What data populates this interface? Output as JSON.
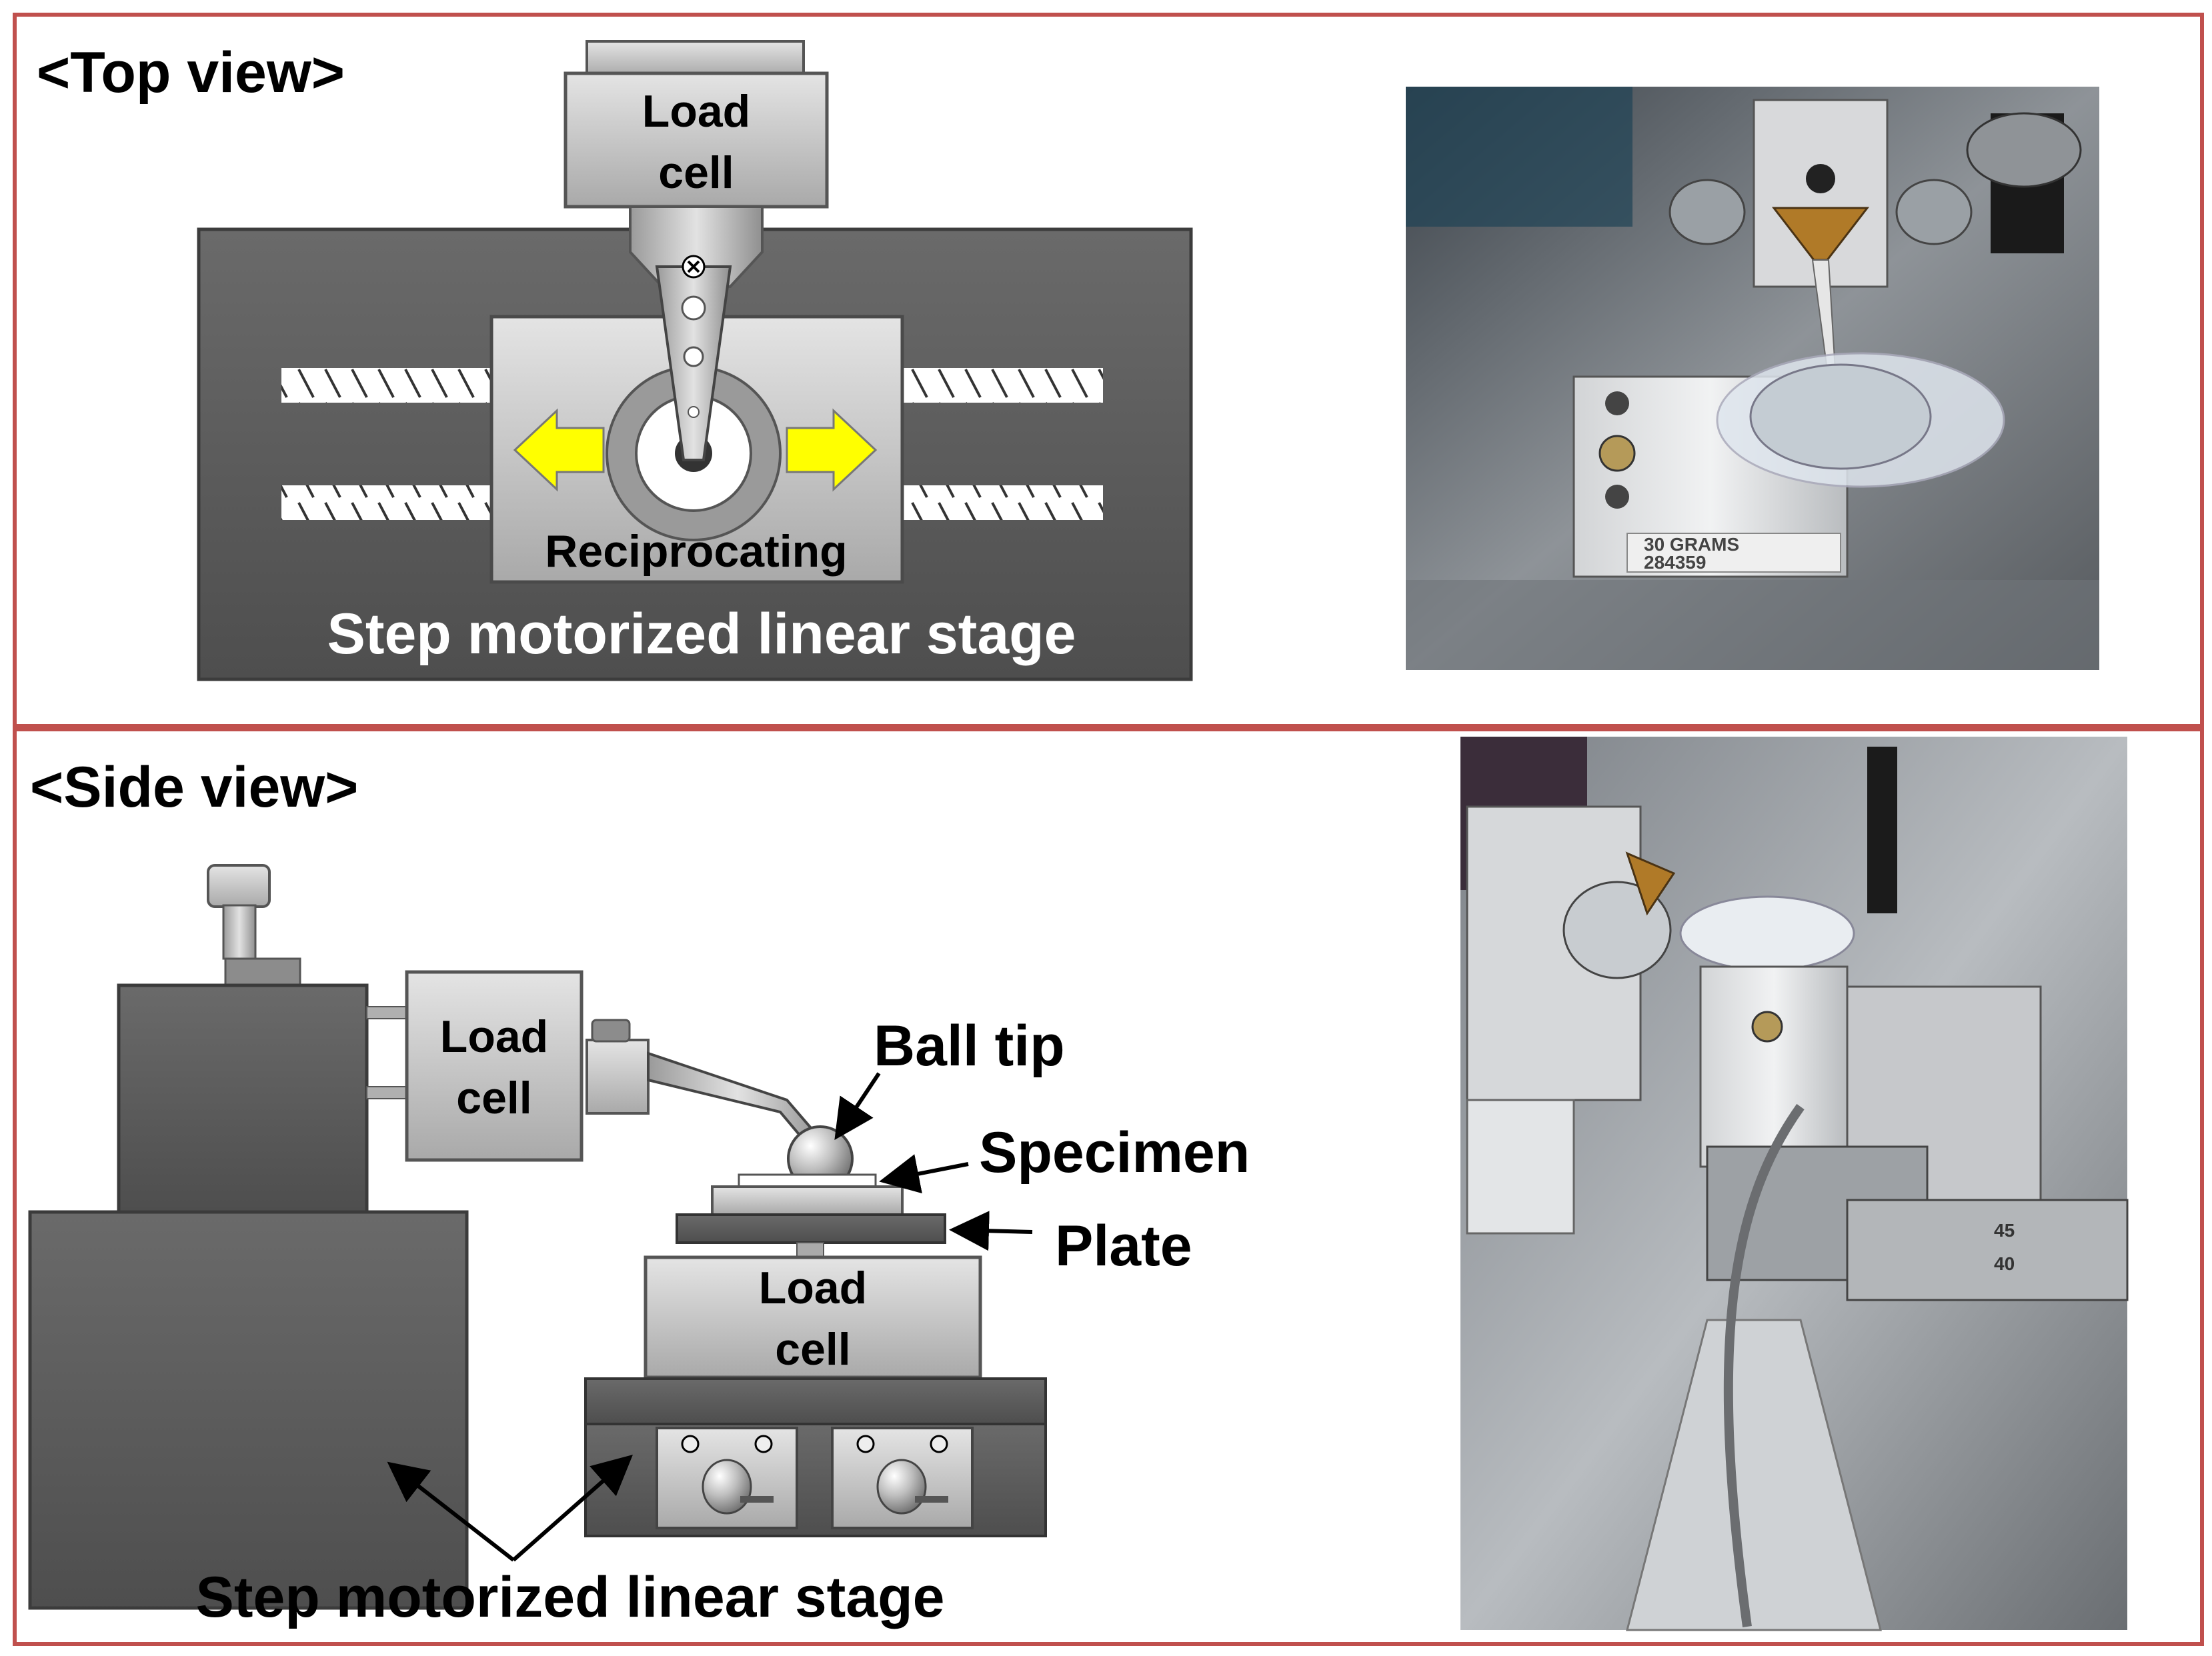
{
  "top_panel": {
    "heading": "<Top view>",
    "load_cell_line1": "Load",
    "load_cell_line2": "cell",
    "reciprocating_label": "Reciprocating",
    "stage_label": "Step motorized linear stage",
    "photo_label_line1": "30 GRAMS",
    "photo_label_line2": "284359"
  },
  "side_panel": {
    "heading": "<Side view>",
    "arm_load_cell_line1": "Load",
    "arm_load_cell_line2": "cell",
    "ball_tip_label": "Ball tip",
    "specimen_label": "Specimen",
    "plate_label": "Plate",
    "base_load_cell_line1": "Load",
    "base_load_cell_line2": "cell",
    "stage_label": "Step motorized linear stage",
    "micrometer_marks": [
      "45",
      "40"
    ]
  },
  "colors": {
    "frame_border": "#c0504d",
    "stage_dark": "#5f5f5f",
    "metal_light": "#c8c8c8",
    "arrow_yellow": "#ffff00",
    "photo_dark": "#2e3338"
  }
}
